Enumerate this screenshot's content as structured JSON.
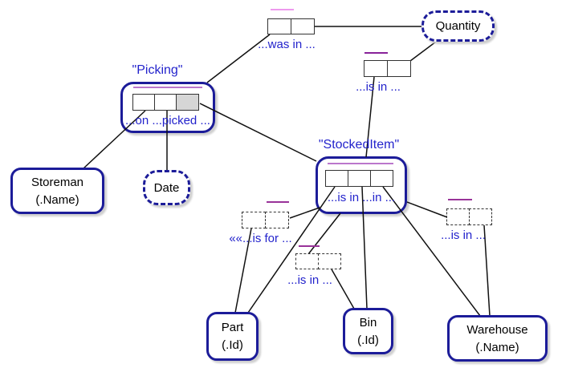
{
  "colors": {
    "background": "#ffffff",
    "entity_border": "#1c1c99",
    "entity_text": "#000000",
    "reading_text": "#2323cc",
    "role_border": "#333333",
    "role_fill_shaded": "#d6d6d6",
    "connector": "#111111",
    "uc_pink": "#ee99ee",
    "uc_orchid": "#bb77cc",
    "uc_purple": "#993399",
    "uc_dark_purple": "#882299",
    "shadow": "#cfcfcf"
  },
  "objectified_fact_types": {
    "picking": {
      "label": "\"Picking\"",
      "reading": "...on ...picked ..."
    },
    "stocked_item": {
      "label": "\"StockedItem\"",
      "reading": "...is in ...in ..."
    }
  },
  "fact_types": {
    "was_in": {
      "reading": "...was in ..."
    },
    "is_in_quantity": {
      "reading": "...is in ..."
    },
    "is_for": {
      "reading": "««...is for ..."
    },
    "is_in_bin": {
      "reading": "...is in ..."
    },
    "is_in_warehouse": {
      "reading": "...is in ..."
    }
  },
  "entities": {
    "storeman": {
      "name": "Storeman",
      "ref_mode": "(.Name)"
    },
    "part": {
      "name": "Part",
      "ref_mode": "(.Id)"
    },
    "bin": {
      "name": "Bin",
      "ref_mode": "(.Id)"
    },
    "warehouse": {
      "name": "Warehouse",
      "ref_mode": "(.Name)"
    }
  },
  "value_types": {
    "quantity": {
      "name": "Quantity"
    },
    "date": {
      "name": "Date"
    }
  }
}
